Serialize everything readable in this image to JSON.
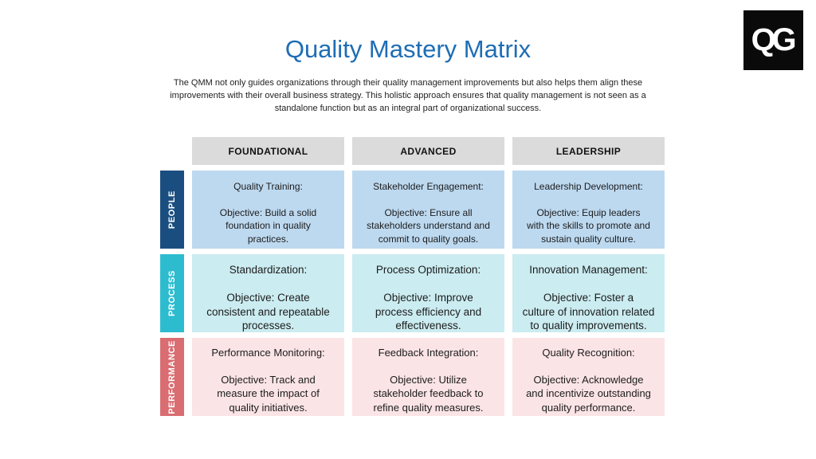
{
  "page": {
    "title": "Quality Mastery Matrix",
    "subtitle": "The QMM not only guides organizations through their quality management improvements but also helps them align these\nimprovements with their overall business strategy. This holistic approach ensures that quality management is not seen as a\nstandalone function but as an integral part of organizational success."
  },
  "logo": {
    "text": "QG"
  },
  "matrix": {
    "columns": [
      "FOUNDATIONAL",
      "ADVANCED",
      "LEADERSHIP"
    ],
    "rows": [
      {
        "label": "PEOPLE",
        "cells": [
          {
            "title": "Quality Training:",
            "objective": "Objective: Build a solid\nfoundation in quality\npractices."
          },
          {
            "title": "Stakeholder Engagement:",
            "objective": "Objective: Ensure all\nstakeholders understand and\ncommit to quality goals."
          },
          {
            "title": "Leadership Development:",
            "objective": "Objective: Equip leaders\nwith the skills to promote and\nsustain quality culture."
          }
        ]
      },
      {
        "label": "PROCESS",
        "cells": [
          {
            "title": "Standardization:",
            "objective": "Objective: Create\nconsistent and repeatable\nprocesses."
          },
          {
            "title": "Process Optimization:",
            "objective": "Objective: Improve\nprocess efficiency and\neffectiveness."
          },
          {
            "title": "Innovation Management:",
            "objective": "Objective: Foster a\nculture of innovation related\nto quality improvements."
          }
        ]
      },
      {
        "label": "PERFORMANCE",
        "cells": [
          {
            "title": "Performance Monitoring:",
            "objective": "Objective: Track and\nmeasure the impact of\nquality initiatives."
          },
          {
            "title": "Feedback Integration:",
            "objective": "Objective: Utilize\nstakeholder feedback to\nrefine quality measures."
          },
          {
            "title": "Quality Recognition:",
            "objective": "Objective: Acknowledge\nand incentivize outstanding\nquality performance."
          }
        ]
      }
    ]
  },
  "colors": {
    "title_blue": "#1E6DB5",
    "header_bg": "#DBDBDB",
    "people_bar": "#1B4E80",
    "people_cell": "#BDD9F0",
    "process_bar": "#2DBCCF",
    "process_cell": "#CBECF1",
    "performance_bar": "#D96D71",
    "performance_cell": "#FBE4E6"
  }
}
